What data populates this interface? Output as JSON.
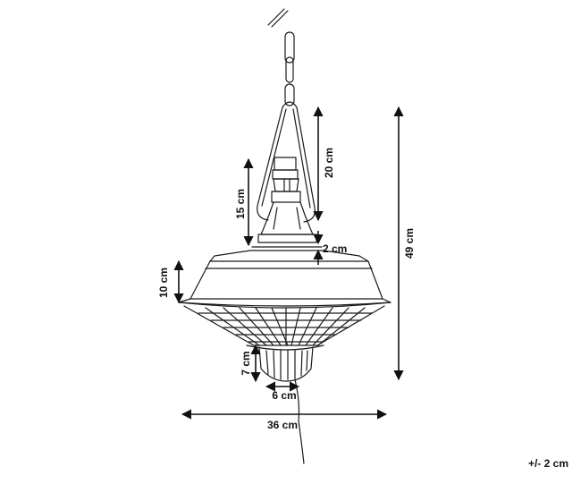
{
  "dimensions": {
    "overall_height": "49 cm",
    "hanger_height": "20 cm",
    "neck_height": "15 cm",
    "collar_gap": "2 cm",
    "shade_height": "10 cm",
    "cap_height": "7 cm",
    "cap_width": "6 cm",
    "shade_width": "36 cm"
  },
  "tolerance": "+/- 2 cm"
}
